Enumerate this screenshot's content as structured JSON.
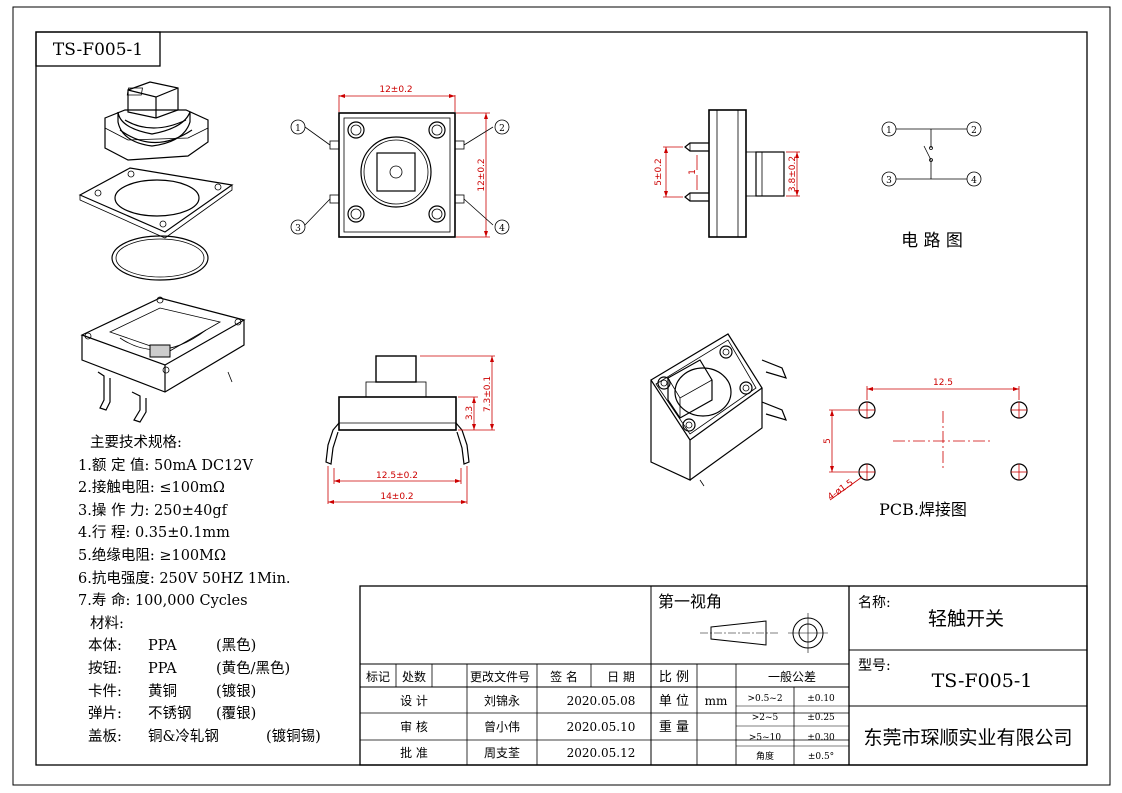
{
  "drawing_id": "TS-F005-1",
  "views": {
    "top_width_dim": "12±0.2",
    "top_height_dim": "12±0.2",
    "pin_labels": [
      "①",
      "②",
      "③",
      "④"
    ],
    "side_dim_5": "5±0.2",
    "side_dim_1": "1",
    "side_dim_3_8": "3.8±0.2",
    "front_dim_3_3": "3.3",
    "front_dim_7_3": "7.3±0.1",
    "front_dim_12_5": "12.5±0.2",
    "front_dim_14": "14±0.2",
    "pcb_dim_12_5": "12.5",
    "pcb_dim_5": "5",
    "pcb_dim_hole": "4-ø1.5",
    "circuit_title": "电 路 图",
    "pcb_title": "PCB.焊接图"
  },
  "specs": {
    "heading": "主要技术规格:",
    "items": [
      "1.额 定 值: 50mA DC12V",
      "2.接触电阻: ≤100mΩ",
      "3.操 作 力: 250±40gf",
      "4.行    程: 0.35±0.1mm",
      "5.绝缘电阻: ≥100MΩ",
      "6.抗电强度: 250V 50HZ 1Min.",
      "7.寿    命: 100,000 Cycles"
    ],
    "materials_heading": "材料:",
    "materials": [
      {
        "part": "本体:",
        "material": "PPA",
        "finish": "(黑色)"
      },
      {
        "part": "按钮:",
        "material": "PPA",
        "finish": "(黄色/黑色)"
      },
      {
        "part": "卡件:",
        "material": "黄铜",
        "finish": "(镀银)"
      },
      {
        "part": "弹片:",
        "material": "不锈钢",
        "finish": "(覆银)"
      },
      {
        "part": "盖板:",
        "material": "铜&冷轧钢",
        "finish": "(镀铜锡)"
      }
    ]
  },
  "title_block": {
    "projection_label": "第一视角",
    "name_label": "名称:",
    "name_value": "轻触开关",
    "model_label": "型号:",
    "model_value": "TS-F005-1",
    "company": "东莞市琛顺实业有限公司",
    "rev_headers": [
      "标记",
      "处数",
      "更改文件号",
      "签 名",
      "日 期"
    ],
    "rows": [
      {
        "role": "设  计",
        "person": "刘锦永",
        "date": "2020.05.08"
      },
      {
        "role": "审  核",
        "person": "曾小伟",
        "date": "2020.05.10"
      },
      {
        "role": "批  准",
        "person": "周支荃",
        "date": "2020.05.12"
      }
    ],
    "scale_label": "比 例",
    "unit_label": "单 位",
    "unit_value": "mm",
    "weight_label": "重 量",
    "tolerance_title": "一般公差",
    "tolerances": [
      {
        "range": ">0.5~2",
        "tol": "±0.10"
      },
      {
        "range": ">2~5",
        "tol": "±0.25"
      },
      {
        "range": ">5~10",
        "tol": "±0.30"
      },
      {
        "range": "角度",
        "tol": "±0.5°"
      }
    ]
  }
}
